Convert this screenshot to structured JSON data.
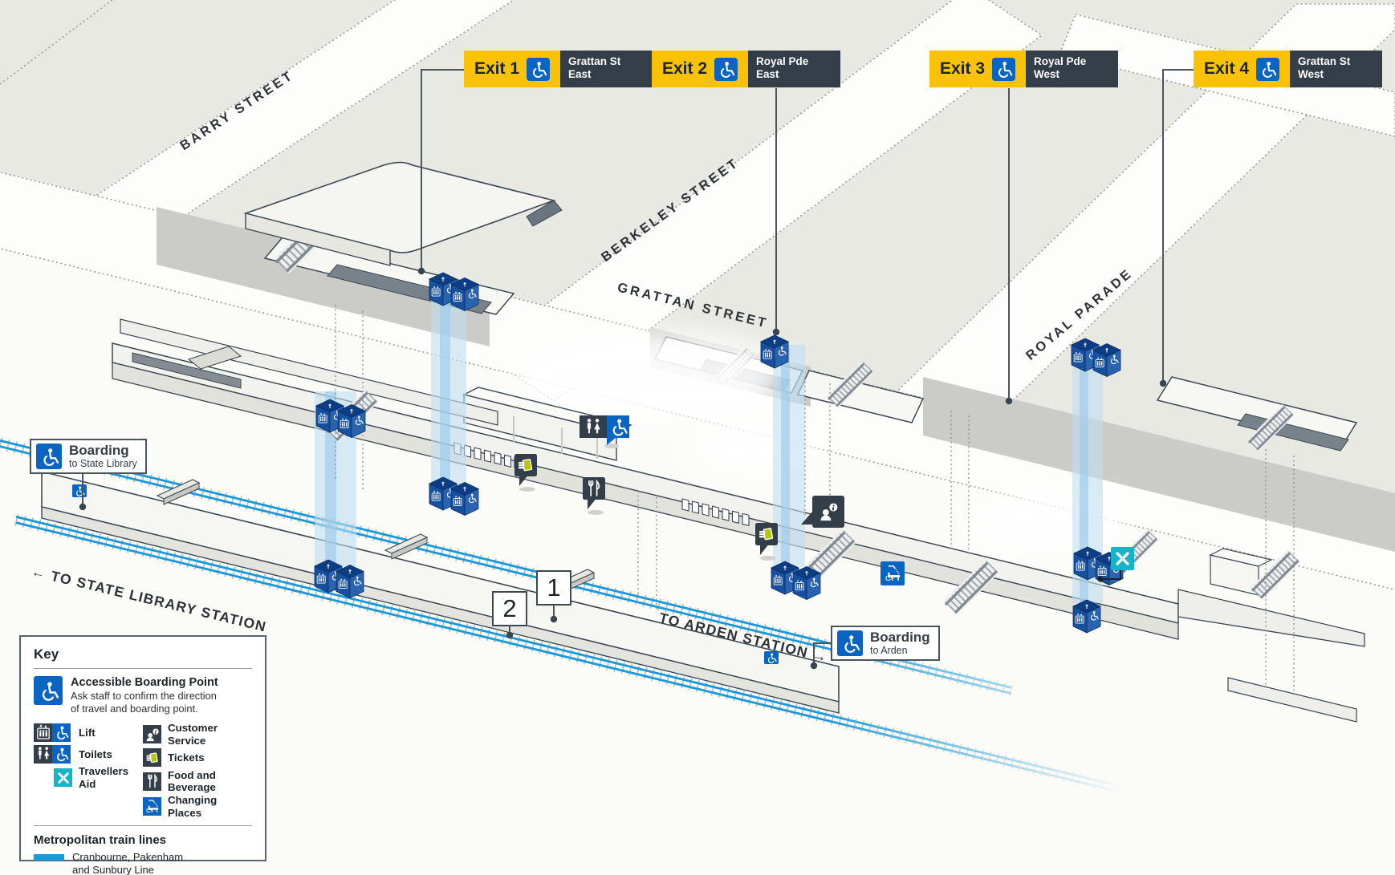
{
  "map": {
    "streets": [
      {
        "name": "BARRY STREET"
      },
      {
        "name": "BERKELEY STREET"
      },
      {
        "name": "GRATTAN STREET"
      },
      {
        "name": "ROYAL PARADE"
      }
    ],
    "exits": [
      {
        "label": "Exit 1",
        "dest1": "Grattan St",
        "dest2": "East"
      },
      {
        "label": "Exit 2",
        "dest1": "Royal Pde",
        "dest2": "East"
      },
      {
        "label": "Exit 3",
        "dest1": "Royal Pde",
        "dest2": "West"
      },
      {
        "label": "Exit 4",
        "dest1": "Grattan St",
        "dest2": "West"
      }
    ],
    "directions": {
      "west": "← TO STATE LIBRARY STATION",
      "east": "TO ARDEN STATION →"
    },
    "boarding": [
      {
        "title": "Boarding",
        "subtitle": "to State Library"
      },
      {
        "title": "Boarding",
        "subtitle": "to Arden"
      }
    ],
    "platforms": [
      {
        "number": "1"
      },
      {
        "number": "2"
      }
    ]
  },
  "key": {
    "title": "Key",
    "accessible_boarding": {
      "label": "Accessible Boarding Point",
      "desc1": "Ask staff to confirm the direction",
      "desc2": "of travel and boarding point."
    },
    "items_left": [
      {
        "label": "Lift"
      },
      {
        "label": "Toilets"
      },
      {
        "label": "Travellers Aid"
      }
    ],
    "items_right": [
      {
        "label": "Customer Service"
      },
      {
        "label": "Tickets"
      },
      {
        "label": "Food and Beverage"
      },
      {
        "label": "Changing Places"
      }
    ],
    "lines_title": "Metropolitan train lines",
    "line": {
      "name1": "Cranbourne, Pakenham",
      "name2": "and Sunbury Line"
    }
  },
  "colors": {
    "exit_yellow": "#f9c206",
    "signal_blue": "#0a64c2",
    "dark_slate": "#333e48",
    "teal": "#17b3c6",
    "ticket_green": "#b5c60f",
    "rail_blue": "#1899db"
  }
}
